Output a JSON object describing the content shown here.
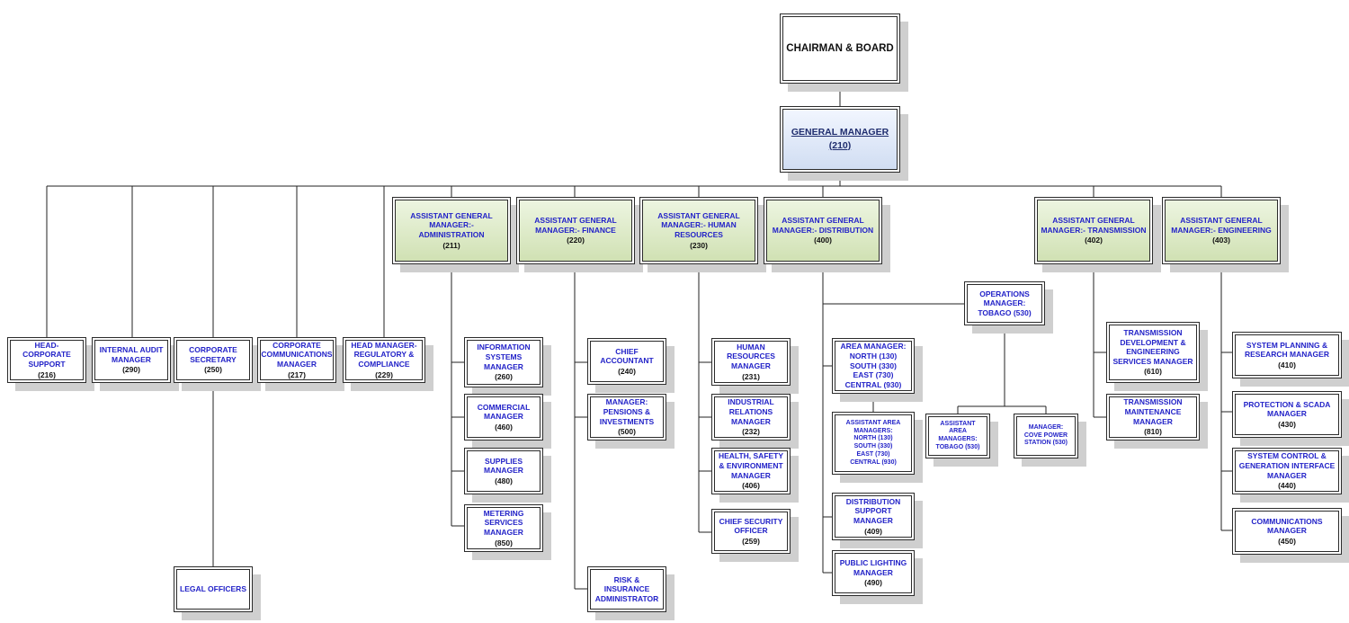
{
  "chairman": {
    "title": "CHAIRMAN & BOARD"
  },
  "gm": {
    "title": "GENERAL MANAGER",
    "code": "(210)"
  },
  "agm": {
    "administration": {
      "title": "ASSISTANT GENERAL\nMANAGER:-\nADMINISTRATION",
      "code": "(211)"
    },
    "finance": {
      "title": "ASSISTANT GENERAL\nMANAGER:- FINANCE",
      "code": "(220)"
    },
    "hr": {
      "title": "ASSISTANT GENERAL\nMANAGER:- HUMAN\nRESOURCES",
      "code": "(230)"
    },
    "distribution": {
      "title": "ASSISTANT GENERAL\nMANAGER:- DISTRIBUTION",
      "code": "(400)"
    },
    "transmission": {
      "title": "ASSISTANT GENERAL\nMANAGER:- TRANSMISSION",
      "code": "(402)"
    },
    "engineering": {
      "title": "ASSISTANT GENERAL\nMANAGER:- ENGINEERING",
      "code": "(403)"
    }
  },
  "direct": [
    {
      "title": "HEAD-\nCORPORATE\nSUPPORT",
      "code": "(216)"
    },
    {
      "title": "INTERNAL AUDIT\nMANAGER",
      "code": "(290)"
    },
    {
      "title": "CORPORATE\nSECRETARY",
      "code": "(250)"
    },
    {
      "title": "CORPORATE\nCOMMUNICATIONS\nMANAGER",
      "code": "(217)"
    },
    {
      "title": "HEAD MANAGER-\nREGULATORY &\nCOMPLIANCE",
      "code": "(229)"
    }
  ],
  "legal": {
    "title": "LEGAL OFFICERS"
  },
  "admin_reports": [
    {
      "title": "INFORMATION\nSYSTEMS\nMANAGER",
      "code": "(260)"
    },
    {
      "title": "COMMERCIAL\nMANAGER",
      "code": "(460)"
    },
    {
      "title": "SUPPLIES\nMANAGER",
      "code": "(480)"
    },
    {
      "title": "METERING\nSERVICES\nMANAGER",
      "code": "(850)"
    }
  ],
  "finance_reports": [
    {
      "title": "CHIEF\nACCOUNTANT",
      "code": "(240)"
    },
    {
      "title": "MANAGER:\nPENSIONS &\nINVESTMENTS",
      "code": "(500)"
    },
    {
      "title": "RISK &\nINSURANCE\nADMINISTRATOR",
      "code": ""
    }
  ],
  "hr_reports": [
    {
      "title": "HUMAN\nRESOURCES\nMANAGER",
      "code": "(231)"
    },
    {
      "title": "INDUSTRIAL\nRELATIONS\nMANAGER",
      "code": "(232)"
    },
    {
      "title": "HEALTH, SAFETY\n& ENVIRONMENT\nMANAGER",
      "code": "(406)"
    },
    {
      "title": "CHIEF SECURITY\nOFFICER",
      "code": "(259)"
    }
  ],
  "dist_reports": {
    "area": {
      "title": "AREA MANAGER:\nNORTH (130)\nSOUTH (330)\nEAST (730)\nCENTRAL (930)"
    },
    "asst_area": {
      "title": "ASSISTANT AREA\nMANAGERS:\nNORTH (130)\nSOUTH (330)\nEAST (730)\nCENTRAL (930)"
    },
    "support": {
      "title": "DISTRIBUTION\nSUPPORT\nMANAGER",
      "code": "(409)"
    },
    "lighting": {
      "title": "PUBLIC LIGHTING\nMANAGER",
      "code": "(490)"
    },
    "ops": {
      "title": "OPERATIONS\nMANAGER:\nTOBAGO (530)"
    },
    "tobago_asst": {
      "title": "ASSISTANT AREA\nMANAGERS:\nTOBAGO (530)"
    },
    "cove": {
      "title": "MANAGER:\nCOVE POWER\nSTATION (530)"
    }
  },
  "trans_reports": [
    {
      "title": "TRANSMISSION\nDEVELOPMENT &\nENGINEERING\nSERVICES MANAGER",
      "code": "(610)"
    },
    {
      "title": "TRANSMISSION\nMAINTENANCE\nMANAGER",
      "code": "(810)"
    }
  ],
  "eng_reports": [
    {
      "title": "SYSTEM PLANNING &\nRESEARCH MANAGER",
      "code": "(410)"
    },
    {
      "title": "PROTECTION & SCADA\nMANAGER",
      "code": "(430)"
    },
    {
      "title": "SYSTEM CONTROL &\nGENERATION INTERFACE\nMANAGER",
      "code": "(440)"
    },
    {
      "title": "COMMUNICATIONS\nMANAGER",
      "code": "(450)"
    }
  ]
}
